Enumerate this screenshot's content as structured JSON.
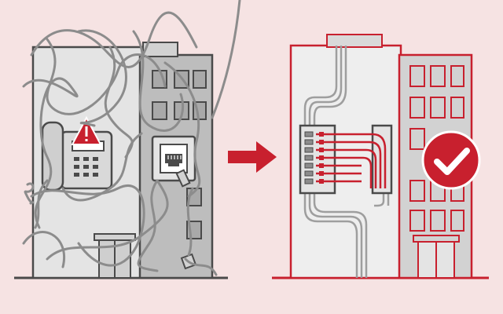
{
  "colors": {
    "background": "#f6e3e3",
    "accent": "#c8202e",
    "outline": "#4a4a4a",
    "building_light": "#e4e4e4",
    "building_mid": "#bdbdbd",
    "building_dark": "#9e9e9e",
    "white": "#ffffff"
  },
  "before": {
    "building": "messy-building",
    "warning_icon": "warning-triangle-icon",
    "phone_icon": "desk-phone-icon",
    "jack_icon": "ethernet-jack-icon",
    "plug_icon": "network-plug-icon"
  },
  "transition": {
    "arrow_icon": "right-arrow-icon"
  },
  "after": {
    "building": "organized-building",
    "panel_icon": "patch-panel-icon",
    "check_icon": "checkmark-badge-icon",
    "patch_ports": 8
  }
}
